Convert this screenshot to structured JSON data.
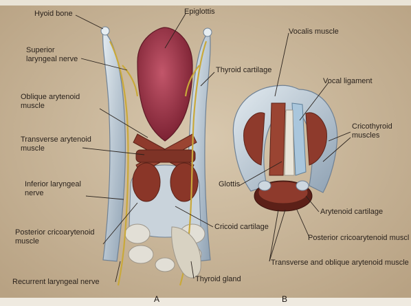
{
  "colors": {
    "background": "#c9b79c",
    "muscle": "#8e3a2c",
    "epiglottis": "#9a2f3d",
    "cartilage": "#b9c6d2",
    "nerve": "#c9a93a",
    "label": "#2a221c"
  },
  "labels": {
    "hyoid_bone": "Hyoid bone",
    "epiglottis": "Epiglottis",
    "superior_laryngeal_nerve": "Superior laryngeal nerve",
    "thyroid_cartilage": "Thyroid cartilage",
    "oblique_arytenoid_muscle": "Oblique arytenoid muscle",
    "transverse_arytenoid_muscle": "Transverse arytenoid muscle",
    "inferior_laryngeal_nerve": "Inferior laryngeal nerve",
    "posterior_cricoarytenoid_muscle_a": "Posterior cricoarytenoid muscle",
    "recurrent_laryngeal_nerve": "Recurrent laryngeal nerve",
    "cricoid_cartilage": "Cricoid cartilage",
    "thyroid_gland": "Thyroid gland",
    "vocalis_muscle": "Vocalis muscle",
    "vocal_ligament": "Vocal ligament",
    "cricothyroid_muscles": "Cricothyroid muscles",
    "glottis": "Glottis",
    "arytenoid_cartilage": "Arytenoid cartilage",
    "posterior_cricoarytenoid_muscle_b": "Posterior cricoarytenoid muscl",
    "transverse_oblique_arytenoid_muscle": "Transverse and oblique arytenoid muscle",
    "panel_a": "A",
    "panel_b": "B"
  }
}
